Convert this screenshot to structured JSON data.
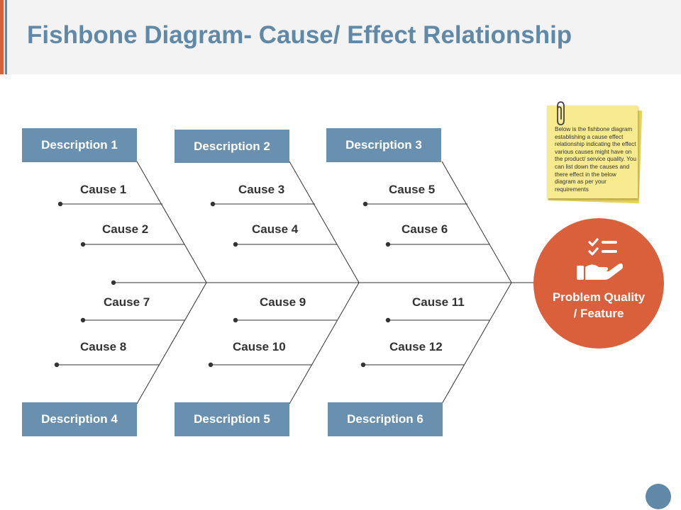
{
  "header": {
    "title": "Fishbone Diagram- Cause/ Effect Relationship"
  },
  "descriptions": [
    "Description 1",
    "Description 2",
    "Description 3",
    "Description 4",
    "Description 5",
    "Description 6"
  ],
  "causes": [
    "Cause 1",
    "Cause 2",
    "Cause 3",
    "Cause 4",
    "Cause 5",
    "Cause 6",
    "Cause 7",
    "Cause 8",
    "Cause 9",
    "Cause 10",
    "Cause 11",
    "Cause 12"
  ],
  "effect": {
    "label_line1": "Problem Quality",
    "label_line2": "/ Feature",
    "icon": "checklist-hand-icon"
  },
  "note": {
    "text": "Below is the fishbone diagram establishing a cause effect relationship indicating the effect various causes might have on the product/ service quality. You can list down the causes and there effect in the below diagram as per your requirements",
    "icon": "paperclip-icon"
  },
  "colors": {
    "title": "#5f89a6",
    "box": "#6990ae",
    "effect": "#d9603b",
    "note": "#f7ea8f",
    "line": "#333333"
  }
}
